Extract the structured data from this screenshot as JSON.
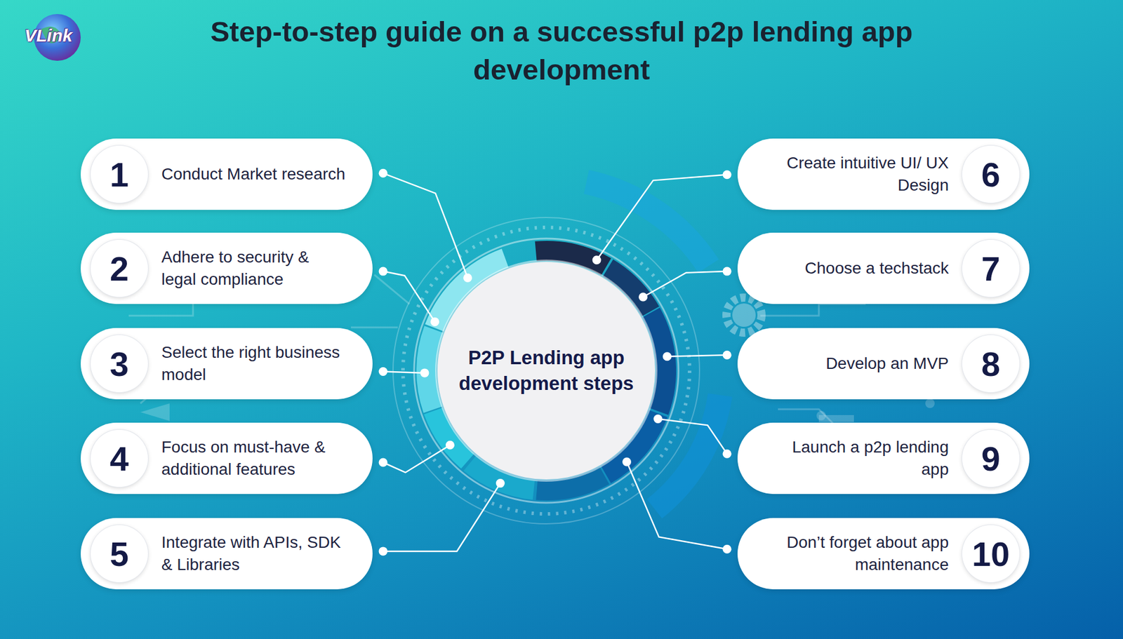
{
  "diagram": {
    "title": "Step-to-step guide on a successful p2p lending app development",
    "nodes": [
      {
        "text": [
          "P2P Lending app development steps"
        ]
      },
      {
        "text": [
          "1",
          "Conduct Market research"
        ]
      },
      {
        "text": [
          "2",
          "Adhere to security & legal compliance"
        ]
      },
      {
        "text": [
          "3",
          "Select the right business model"
        ]
      },
      {
        "text": [
          "4",
          "Focus on must-have & additional features"
        ]
      },
      {
        "text": [
          "5",
          "Integrate with APIs, SDK & Libraries"
        ]
      },
      {
        "text": [
          "6",
          "Create intuitive UI/ UX Design"
        ]
      },
      {
        "text": [
          "7",
          "Choose a techstack"
        ]
      },
      {
        "text": [
          "8",
          "Develop an MVP"
        ]
      },
      {
        "text": [
          "9",
          "Launch a p2p lending app"
        ]
      },
      {
        "text": [
          "10",
          "Don’t forget about app maintenance"
        ]
      }
    ],
    "edges": [
      {
        "from": 0,
        "to": 1,
        "arrow": "none"
      },
      {
        "from": 0,
        "to": 2,
        "arrow": "none"
      },
      {
        "from": 0,
        "to": 3,
        "arrow": "none"
      },
      {
        "from": 0,
        "to": 4,
        "arrow": "none"
      },
      {
        "from": 0,
        "to": 5,
        "arrow": "none"
      },
      {
        "from": 0,
        "to": 6,
        "arrow": "none"
      },
      {
        "from": 0,
        "to": 7,
        "arrow": "none"
      },
      {
        "from": 0,
        "to": 8,
        "arrow": "none"
      },
      {
        "from": 0,
        "to": 9,
        "arrow": "none"
      },
      {
        "from": 0,
        "to": 10,
        "arrow": "none"
      }
    ],
    "labels": [
      "VLink"
    ]
  }
}
